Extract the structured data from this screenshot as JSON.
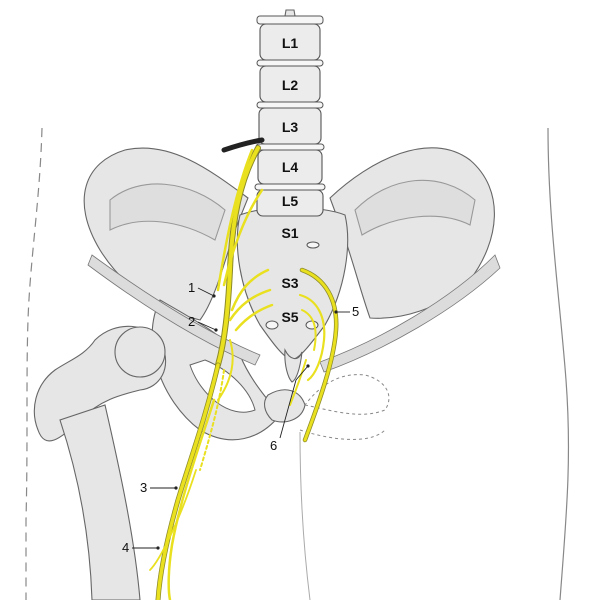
{
  "colors": {
    "nerve": "#e9e01f",
    "nerve_outline": "#8c8a2a",
    "bone": "#e6e6e6",
    "bone_outline": "#666666",
    "body_outline": "#888888"
  },
  "vertebrae": {
    "l1": "L1",
    "l2": "L2",
    "l3": "L3",
    "l4": "L4",
    "l5": "L5"
  },
  "sacral": {
    "s1": "S1",
    "s3": "S3",
    "s5": "S5"
  },
  "callouts": {
    "c1": "1",
    "c2": "2",
    "c3": "3",
    "c4": "4",
    "c5": "5",
    "c6": "6"
  }
}
